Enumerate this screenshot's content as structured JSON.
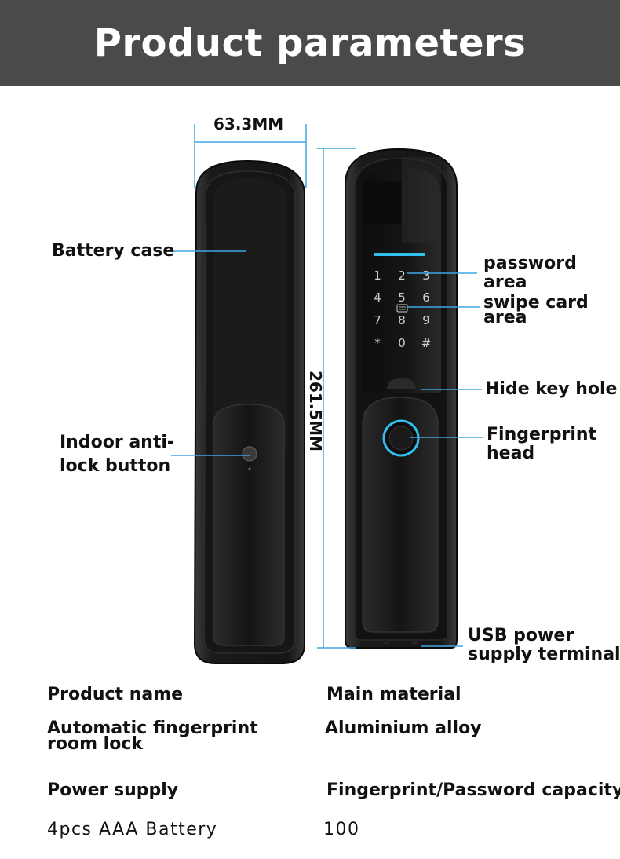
{
  "title": "Product parameters",
  "dimensions": {
    "width_label": "63.3MM",
    "height_label": "261.5MM"
  },
  "callouts": {
    "battery_case": "Battery case",
    "indoor_button_line1": "Indoor anti-",
    "indoor_button_line2": "lock button",
    "password_area_line1": "password",
    "password_area_line2": "area",
    "swipe_card_line1": "swipe card",
    "swipe_card_line2": "area",
    "hide_key_hole": "Hide key hole",
    "fingerprint_line1": "Fingerprint",
    "fingerprint_line2": "head",
    "usb_line1": "USB power",
    "usb_line2": "supply terminal"
  },
  "keypad": {
    "keys": [
      "1",
      "2",
      "3",
      "4",
      "5",
      "6",
      "7",
      "8",
      "9",
      "*",
      "0",
      "#"
    ]
  },
  "specs": {
    "product_name_label": "Product name",
    "product_name_line1": "Automatic fingerprint",
    "product_name_line2": "room lock",
    "material_label": "Main material",
    "material_value": "Aluminium alloy",
    "power_label": "Power supply",
    "power_value": "4pcs AAA Battery",
    "capacity_label": "Fingerprint/Password capacity",
    "capacity_value": "100"
  },
  "colors": {
    "header_bg": "#4a4a4a",
    "callout_line": "#3ea6e0",
    "keypad_accent": "#2fc0f0",
    "lock_body": "#1c1c1c"
  }
}
